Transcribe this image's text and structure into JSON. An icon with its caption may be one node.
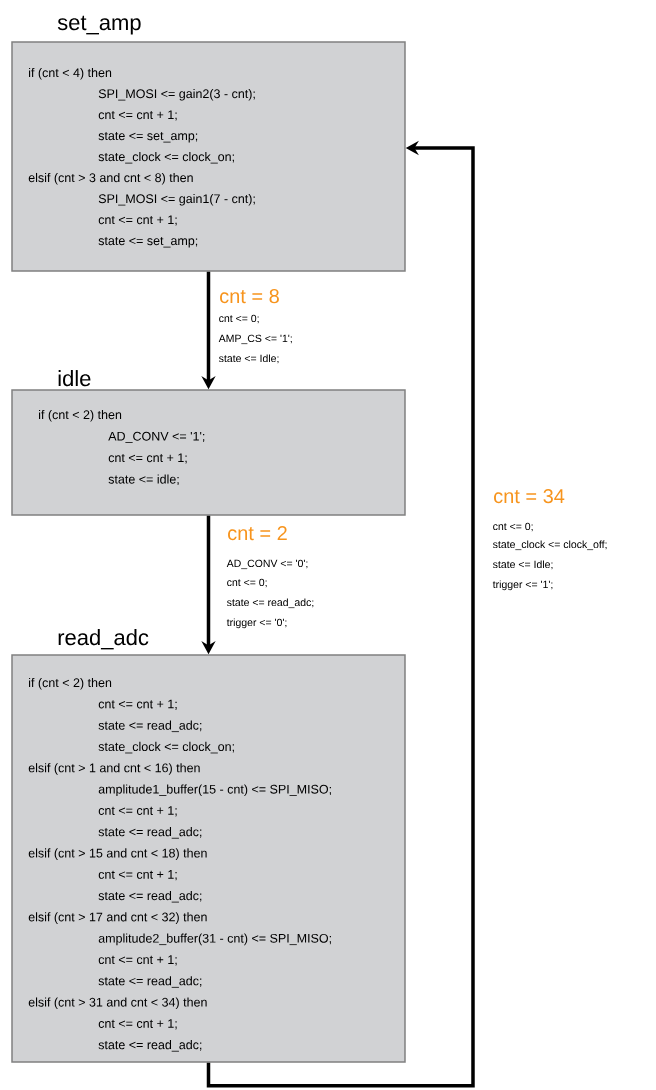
{
  "diagram": {
    "nodes": [
      {
        "text": [
          "set_amp",
          "if (cnt < 4) then",
          "SPI_MOSI <= gain2(3 - cnt);",
          "cnt <= cnt + 1;",
          "state <= set_amp;",
          "state_clock <= clock_on;",
          "elsif (cnt > 3 and cnt < 8) then",
          "SPI_MOSI <= gain1(7 - cnt);",
          "cnt <= cnt + 1;",
          "state <= set_amp;"
        ]
      },
      {
        "text": [
          "idle",
          "if (cnt < 2) then",
          "AD_CONV <= '1';",
          "cnt <= cnt + 1;",
          "state <= idle;"
        ]
      },
      {
        "text": [
          "read_adc",
          "if (cnt < 2) then",
          "cnt <= cnt + 1;",
          "state <= read_adc;",
          "state_clock <= clock_on;",
          "elsif (cnt > 1 and cnt < 16) then",
          "amplitude1_buffer(15 - cnt) <= SPI_MISO;",
          "cnt <= cnt + 1;",
          "state <= read_adc;",
          "elsif (cnt > 15 and cnt < 18) then",
          "cnt <= cnt + 1;",
          "state <= read_adc;",
          "elsif (cnt > 17 and cnt < 32) then",
          "amplitude2_buffer(31 - cnt) <= SPI_MISO;",
          "cnt <= cnt + 1;",
          "state <= read_adc;",
          "elsif (cnt > 31 and cnt < 34) then",
          "cnt <= cnt + 1;",
          "state <= read_adc;"
        ]
      }
    ],
    "edges": [
      {
        "from": 0,
        "to": 1,
        "arrow": "to",
        "label": "cnt = 8"
      },
      {
        "from": 1,
        "to": 2,
        "arrow": "to",
        "label": "cnt = 2"
      },
      {
        "from": 2,
        "to": 0,
        "arrow": "to",
        "label": "cnt = 34"
      }
    ],
    "labels": [
      "cnt <= 0;",
      "AMP_CS <= '1';",
      "state <= Idle;",
      "AD_CONV <= '0';",
      "cnt <= 0;",
      "state <= read_adc;",
      "trigger <= '0';",
      "cnt <= 0;",
      "state_clock <= clock_off;",
      "state <= Idle;",
      "trigger <= '1';"
    ]
  }
}
